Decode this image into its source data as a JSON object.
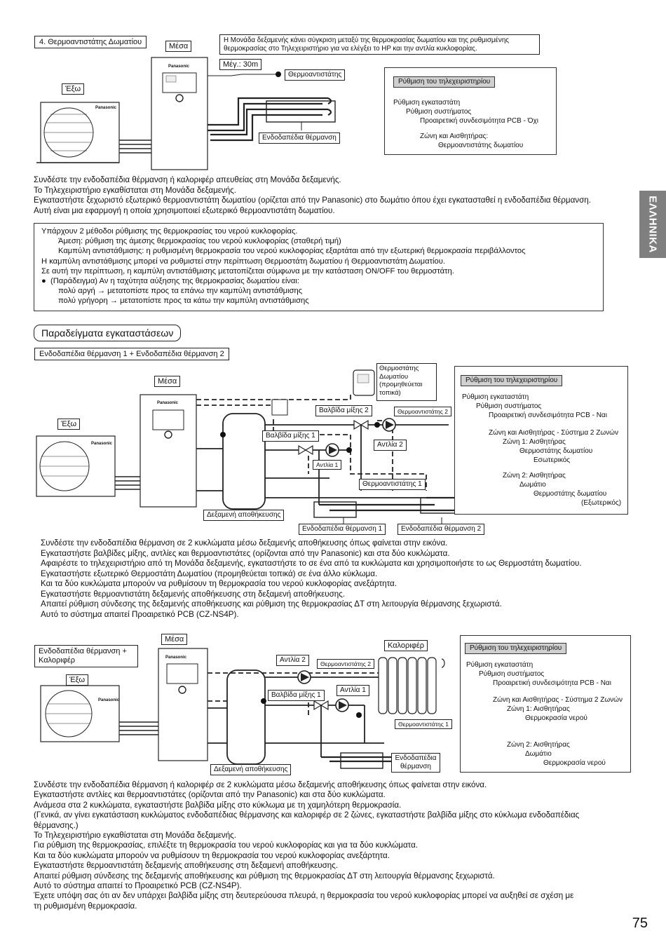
{
  "side_tab": "ΕΛΛΗΝΙΚΑ",
  "page_number": "75",
  "brand": "Panasonic",
  "section1": {
    "title": "4. Θερμοαντιστάτης Δωματίου",
    "inside": "Μέσα",
    "outside": "Έξω",
    "max": "Μέγ.: 30m",
    "thermistor": "Θερμοαντιστάτης",
    "floor": "Ενδοδαπέδια θέρμανση",
    "note": [
      "Η Μονάδα δεξαμενής κάνει σύγκριση μεταξύ της θερμοκρασίας δωματίου και της ρυθμισμένης",
      "θερμοκρασίας στο Τηλεχειριστήριο για να ελέγξει το HP και την αντλία κυκλοφορίας."
    ],
    "settings": {
      "header": "Ρύθμιση του τηλεχειριστηρίου",
      "lines": [
        "Ρύθμιση εγκαταστάτη",
        "Ρύθμιση συστήματος",
        "Προαιρετική συνδεσιμότητα PCB - Όχι",
        "Ζώνη και Αισθητήρας:",
        "Θερμοαντιστάτης δωματίου"
      ]
    },
    "text": [
      "Συνδέστε την ενδοδαπέδια θέρμανση ή καλοριφέρ απευθείας στη Μονάδα δεξαμενής.",
      "Το Τηλεχειριστήριο εγκαθίσταται στη Μονάδα δεξαμενής.",
      "Εγκαταστήστε ξεχωριστό εξωτερικό θερμοαντιστάτη δωματίου (ορίζεται από την Panasonic) στο δωμάτιο όπου έχει εγκατασταθεί η ενδοδαπέδια θέρμανση.",
      "Αυτή είναι μια εφαρμογή η οποία χρησιμοποιεί εξωτερικό θερμοαντιστάτη δωματίου."
    ]
  },
  "infobox": [
    "Υπάρχουν 2 μέθοδοι ρύθμισης της θερμοκρασίας του νερού κυκλοφορίας.",
    "Άμεση: ρύθμιση της άμεσης θερμοκρασίας του νερού κυκλοφορίας (σταθερή τιμή)",
    "Καμπύλη αντιστάθμισης: η ρυθμισμένη θερμοκρασία του νερού κυκλοφορίας εξαρτάται από την εξωτερική θερμοκρασία περιβάλλοντος",
    "Η καμπύλη αντιστάθμισης μπορεί να ρυθμιστεί στην περίπτωση Θερμοστάτη δωματίου ή Θερμοαντιστάτη Δωματίου.",
    "Σε αυτή την περίπτωση, η καμπύλη αντιστάθμισης μετατοπίζεται σύμφωνα με την κατάσταση ON/OFF του θερμοστάτη.",
    "(Παράδειγμα) Αν η ταχύτητα αύξησης της θερμοκρασίας δωματίου είναι:",
    "πολύ αργή → μετατοπίστε προς τα επάνω την καμπύλη αντιστάθμισης",
    "πολύ γρήγορη → μετατοπίστε προς τα κάτω την καμπύλη αντιστάθμισης"
  ],
  "examples_title": "Παραδείγματα εγκαταστάσεων",
  "section2": {
    "title": "Ενδοδαπέδια θέρμανση 1 + Ενδοδαπέδια θέρμανση 2",
    "inside": "Μέσα",
    "outside": "Έξω",
    "room_thermostat": [
      "Θερμοστάτης",
      "Δωματίου",
      "(προμηθεύεται",
      "τοπικά)"
    ],
    "mix_valve2": "Βαλβίδα μίξης 2",
    "thermistor2": "Θερμοαντιστάτης 2",
    "mix_valve1": "Βαλβίδα μίξης 1",
    "pump2": "Αντλία 2",
    "pump1": "Αντλία 1",
    "thermistor1": "Θερμοαντιστάτης 1",
    "tank": "Δεξαμενή αποθήκευσης",
    "floor1": "Ενδοδαπέδια θέρμανση 1",
    "floor2": "Ενδοδαπέδια θέρμανση 2",
    "settings": {
      "header": "Ρύθμιση του τηλεχειριστηρίου",
      "lines": [
        "Ρύθμιση εγκαταστάτη",
        "Ρύθμιση συστήματος",
        "Προαιρετική συνδεσιμότητα PCB - Ναι",
        "Ζώνη και Αισθητήρας - Σύστημα 2 Ζωνών",
        "Ζώνη 1: Αισθητήρας",
        "Θερμοστάτης δωματίου",
        "Εσωτερικός",
        "Ζώνη 2: Αισθητήρας",
        "Δωμάτιο",
        "Θερμοστάτης δωματίου",
        "(Εξωτερικός)"
      ]
    },
    "text": [
      "Συνδέστε την ενδοδαπέδια θέρμανση σε 2 κυκλώματα μέσω δεξαμενής αποθήκευσης όπως φαίνεται στην εικόνα.",
      "Εγκαταστήστε βαλβίδες μίξης, αντλίες και θερμοαντιστάτες (ορίζονται από την Panasonic) και στα δύο κυκλώματα.",
      "Αφαιρέστε το τηλεχειριστήριο από τη Μονάδα δεξαμενής, εγκαταστήστε το σε ένα από τα κυκλώματα και χρησιμοποιήστε το ως Θερμοστάτη δωματίου.",
      "Εγκαταστήστε εξωτερικό Θερμοστάτη Δωματίου (προμηθεύεται τοπικά) σε ένα άλλο κύκλωμα.",
      "Και τα δύο κυκλώματα μπορούν να ρυθμίσουν τη θερμοκρασία του νερού κυκλοφορίας ανεξάρτητα.",
      "Εγκαταστήστε θερμοαντιστάτη δεξαμενής αποθήκευσης στη δεξαμενή αποθήκευσης.",
      "Απαιτεί ρύθμιση σύνδεσης της δεξαμενής αποθήκευσης και ρύθμιση της θερμοκρασίας ΔT στη λειτουργία θέρμανσης ξεχωριστά.",
      "Αυτό το σύστημα απαιτεί Προαιρετικό PCB (CZ-NS4P)."
    ]
  },
  "section3": {
    "title": [
      "Ενδοδαπέδια θέρμανση +",
      "Καλοριφέρ"
    ],
    "inside": "Μέσα",
    "outside": "Έξω",
    "radiator": "Καλοριφέρ",
    "pump2": "Αντλία 2",
    "thermistor2": "Θερμοαντιστάτης 2",
    "mix_valve1": "Βαλβίδα μίξης 1",
    "pump1": "Αντλία 1",
    "thermistor1": "Θερμοαντιστάτης 1",
    "tank": "Δεξαμενή αποθήκευσης",
    "floor": [
      "Ενδοδαπέδια",
      "θέρμανση"
    ],
    "settings": {
      "header": "Ρύθμιση του τηλεχειριστηρίου",
      "lines": [
        "Ρύθμιση εγκαταστάτη",
        "Ρύθμιση συστήματος",
        "Προαιρετική συνδεσιμότητα PCB - Ναι",
        "Ζώνη και Αισθητήρας - Σύστημα 2 Ζωνών",
        "Ζώνη 1: Αισθητήρας",
        "Θερμοκρασία νερού",
        "Ζώνη 2: Αισθητήρας",
        "Δωμάτιο",
        "Θερμοκρασία νερού"
      ]
    },
    "text": [
      "Συνδέστε την ενδοδαπέδια θέρμανση ή καλοριφέρ σε 2 κυκλώματα μέσω δεξαμενής αποθήκευσης όπως φαίνεται στην εικόνα.",
      "Εγκαταστήστε αντλίες και θερμοαντιστάτες (ορίζονται από την Panasonic) και στα δύο κυκλώματα.",
      "Ανάμεσα στα 2 κυκλώματα, εγκαταστήστε βαλβίδα μίξης στο κύκλωμα με τη χαμηλότερη θερμοκρασία.",
      "(Γενικά, αν γίνει εγκατάσταση κυκλώματος ενδοδαπέδιας θέρμανσης και καλοριφέρ σε 2 ζώνες, εγκαταστήστε βαλβίδα μίξης στο κύκλωμα ενδοδαπέδιας",
      "θέρμανσης.)",
      "Το Τηλεχειριστήριο εγκαθίσταται στη Μονάδα δεξαμενής.",
      "Για ρύθμιση της θερμοκρασίας, επιλέξτε τη θερμοκρασία του νερού κυκλοφορίας και για τα δύο κυκλώματα.",
      "Και τα δύο κυκλώματα μπορούν να ρυθμίσουν τη θερμοκρασία του νερού κυκλοφορίας ανεξάρτητα.",
      "Εγκαταστήστε θερμοαντιστάτη δεξαμενής αποθήκευσης στη δεξαμενή αποθήκευσης.",
      "Απαιτεί ρύθμιση σύνδεσης της δεξαμενής αποθήκευσης και ρύθμιση της θερμοκρασίας ΔT στη λειτουργία θέρμανσης ξεχωριστά.",
      "Αυτό το σύστημα απαιτεί το Προαιρετικό PCB (CZ-NS4P).",
      "Έχετε υπόψη σας ότι αν δεν υπάρχει βαλβίδα μίξης στη δευτερεύουσα πλευρά, η θερμοκρασία του νερού κυκλοφορίας μπορεί να αυξηθεί σε σχέση με",
      "τη ρυθμισμένη θερμοκρασία."
    ]
  }
}
